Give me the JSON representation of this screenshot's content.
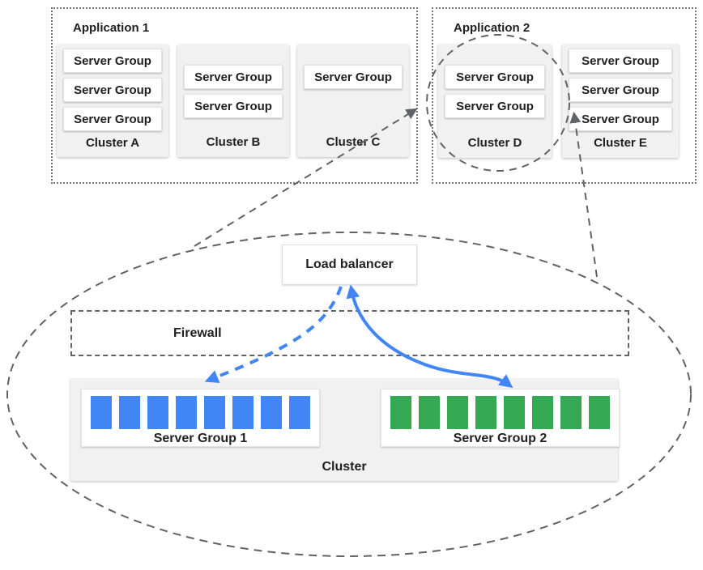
{
  "applications": [
    {
      "label": "Application 1",
      "clusters": [
        {
          "label": "Cluster A",
          "server_groups": [
            "Server Group",
            "Server Group",
            "Server Group"
          ]
        },
        {
          "label": "Cluster B",
          "server_groups": [
            "Server Group",
            "Server Group"
          ]
        },
        {
          "label": "Cluster C",
          "server_groups": [
            "Server Group"
          ]
        }
      ]
    },
    {
      "label": "Application 2",
      "clusters": [
        {
          "label": "Cluster D",
          "server_groups": [
            "Server Group",
            "Server Group"
          ]
        },
        {
          "label": "Cluster E",
          "server_groups": [
            "Server Group",
            "Server Group",
            "Server Group"
          ]
        }
      ]
    }
  ],
  "detail_view": {
    "load_balancer_label": "Load balancer",
    "firewall_label": "Firewall",
    "cluster_label": "Cluster",
    "server_groups": [
      {
        "label": "Server Group 1",
        "bars": 8,
        "color": "#4285f4"
      },
      {
        "label": "Server Group 2",
        "bars": 8,
        "color": "#34a853"
      }
    ]
  },
  "colors": {
    "arrow_blue": "#4285f4",
    "bar_blue": "#4285f4",
    "bar_green": "#34a853",
    "dash_gray": "#5f6368",
    "dotted_frame_gray": "#757575",
    "card_gray": "#f1f1f1",
    "text": "#212121"
  }
}
